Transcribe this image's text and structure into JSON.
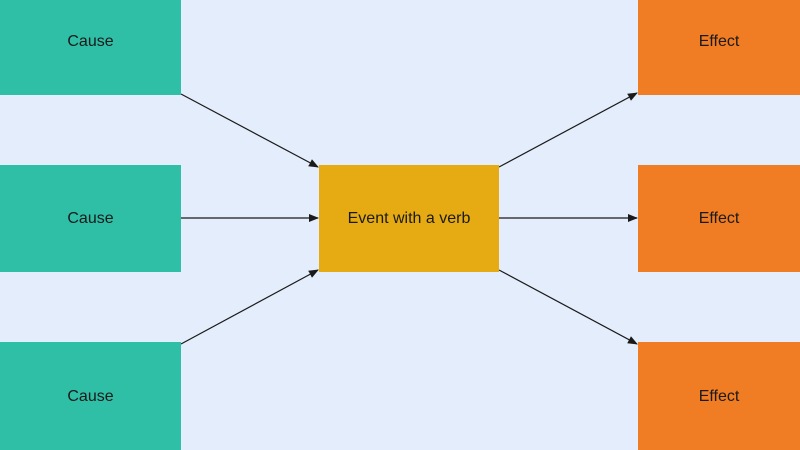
{
  "diagram": {
    "causes": [
      {
        "label": "Cause"
      },
      {
        "label": "Cause"
      },
      {
        "label": "Cause"
      }
    ],
    "event": {
      "label": "Event with a verb"
    },
    "effects": [
      {
        "label": "Effect"
      },
      {
        "label": "Effect"
      },
      {
        "label": "Effect"
      }
    ],
    "edges": [
      {
        "from": "cause-1",
        "to": "event"
      },
      {
        "from": "cause-2",
        "to": "event"
      },
      {
        "from": "cause-3",
        "to": "event"
      },
      {
        "from": "event",
        "to": "effect-1"
      },
      {
        "from": "event",
        "to": "effect-2"
      },
      {
        "from": "event",
        "to": "effect-3"
      }
    ],
    "colors": {
      "background": "#e3edfb",
      "cause": "#2ebfa6",
      "event": "#e6ab12",
      "effect": "#f07c23",
      "connector": "#1a1a1a"
    }
  }
}
